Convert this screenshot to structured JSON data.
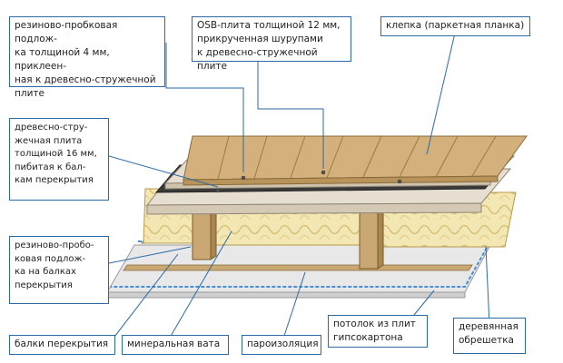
{
  "colors": {
    "leader": "#2b6aa6",
    "label_border": "#2b6aa6",
    "plank": "#d3b07c",
    "plank_dark": "#b8935a",
    "osb": "#e6ded0",
    "cork": "#3a3a3a",
    "beam": "#c9a873",
    "wool": "#f3e7b4",
    "wool_line": "#d9c27a",
    "vapor": "#4a8fd4",
    "drywall": "#e8e8e8"
  },
  "labels": {
    "cork_underlay_on_chipboard": "резиново-пробковая подлож-\nка толщиной 4 мм, приклеен-\nная к древесно-стружечной\nплите",
    "osb_board": "OSB-плита толщиной 12 мм,\nприкрученная шурупами\nк древесно-стружечной плите",
    "parquet_plank": "клепка (паркетная планка)",
    "chipboard": "древесно-стру-\nжечная плита\nтолщиной 16 мм,\nпибитая к бал-\nкам перекрытия",
    "cork_underlay_on_beams": "резиново-пробо-\nковая подлож-\nка на балках\nперекрытия",
    "floor_beams": "балки перекрытия",
    "mineral_wool": "минеральная вата",
    "vapor_barrier": "пароизоляция",
    "drywall_ceiling": "потолок из плит\nгипсокартона",
    "wooden_lathing": "деревянная\nобрешетка"
  }
}
